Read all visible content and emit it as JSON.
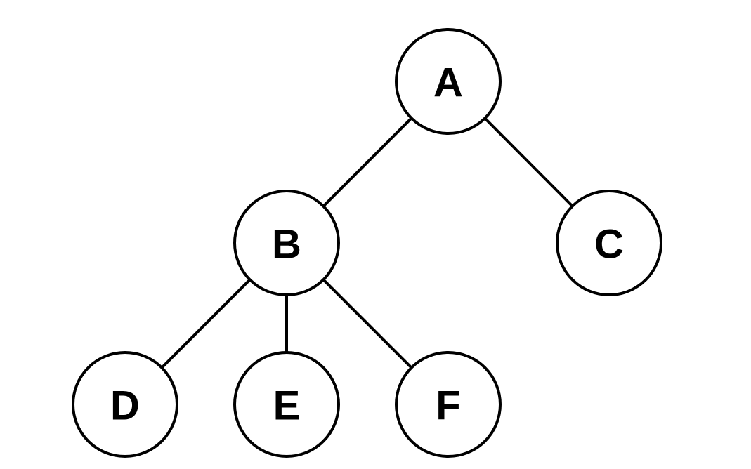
{
  "tree": {
    "colors": {
      "stroke": "#000000",
      "node_fill": "#ffffff",
      "label": "#000000",
      "background": "#ffffff"
    },
    "nodes": [
      {
        "id": "A",
        "label": "A"
      },
      {
        "id": "B",
        "label": "B"
      },
      {
        "id": "C",
        "label": "C"
      },
      {
        "id": "D",
        "label": "D"
      },
      {
        "id": "E",
        "label": "E"
      },
      {
        "id": "F",
        "label": "F"
      }
    ],
    "edges": [
      {
        "from": "A",
        "to": "B"
      },
      {
        "from": "A",
        "to": "C"
      },
      {
        "from": "B",
        "to": "D"
      },
      {
        "from": "B",
        "to": "E"
      },
      {
        "from": "B",
        "to": "F"
      }
    ]
  }
}
